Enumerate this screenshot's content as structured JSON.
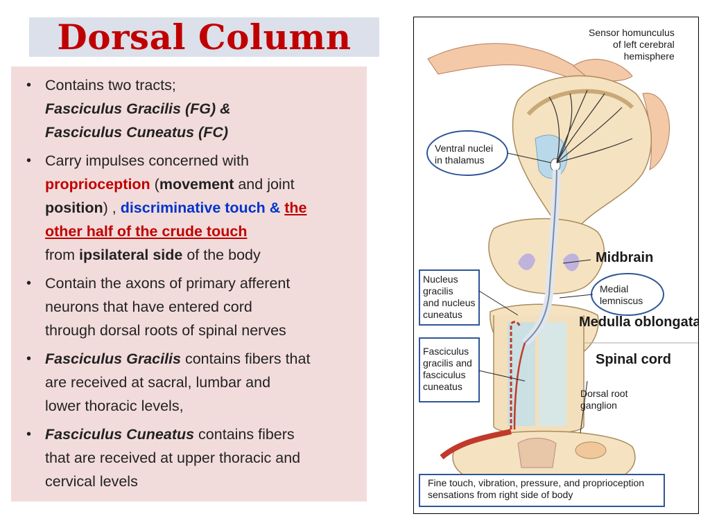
{
  "slide": {
    "title": "Dorsal Column",
    "bullets": {
      "b1": {
        "l1": "Contains two tracts;",
        "l2": "Fasciculus Gracilis (FG) &",
        "l3": "Fasciculus Cuneatus (FC)"
      },
      "b2": {
        "l1": "Carry impulses concerned with",
        "proprioception": "proprioception",
        "open_paren": " (",
        "movement": "movement",
        "and_joint": " and joint",
        "position": "position",
        "close_paren": ") , ",
        "disc_touch": "discriminative touch  & ",
        "the": "the",
        "crude": "other half of the crude touch",
        "from": "from ",
        "ipsilateral": "ipsilateral side",
        "of_body": " of the body"
      },
      "b3": {
        "l1": "Contain the axons of primary afferent",
        "l2": "neurons that have entered cord",
        "l3": "through dorsal roots of spinal nerves"
      },
      "b4": {
        "fg": "Fasciculus Gracilis",
        "rest1": " contains fibers that",
        "l2": "are received at sacral, lumbar and",
        "l3": "lower thoracic levels,"
      },
      "b5": {
        "fc": "Fasciculus Cuneatus",
        "rest1": " contains fibers",
        "l2": "that are received at upper thoracic and",
        "l3": "cervical levels"
      }
    },
    "bullet_symbol": "•",
    "figure": {
      "homunculus": {
        "l1": "Sensor homunculus",
        "l2": "of left cerebral",
        "l3": "hemisphere"
      },
      "ventral": {
        "l1": "Ventral nuclei",
        "l2": "in thalamus"
      },
      "midbrain": "Midbrain",
      "medial": {
        "l1": "Medial",
        "l2": "lemniscus"
      },
      "nucleus": {
        "l1": "Nucleus",
        "l2": "gracilis",
        "l3": "and nucleus",
        "l4": "cuneatus"
      },
      "medulla": "Medulla oblongata",
      "spinal_cord": "Spinal cord",
      "fasciculus": {
        "l1": "Fasciculus",
        "l2": "gracilis and",
        "l3": "fasciculus",
        "l4": "cuneatus"
      },
      "drg": {
        "l1": "Dorsal root",
        "l2": "ganglion"
      },
      "caption": {
        "l1": "Fine touch, vibration, pressure, and proprioception",
        "l2": "sensations from right side of body"
      }
    }
  },
  "colors": {
    "title": "#c00000",
    "emphasis_red": "#c00000",
    "emphasis_blue": "#0033cc",
    "text_panel_bg": "#f2dcdb",
    "title_bg": "#dbe0ea",
    "callout_blue": "#2f5597"
  }
}
